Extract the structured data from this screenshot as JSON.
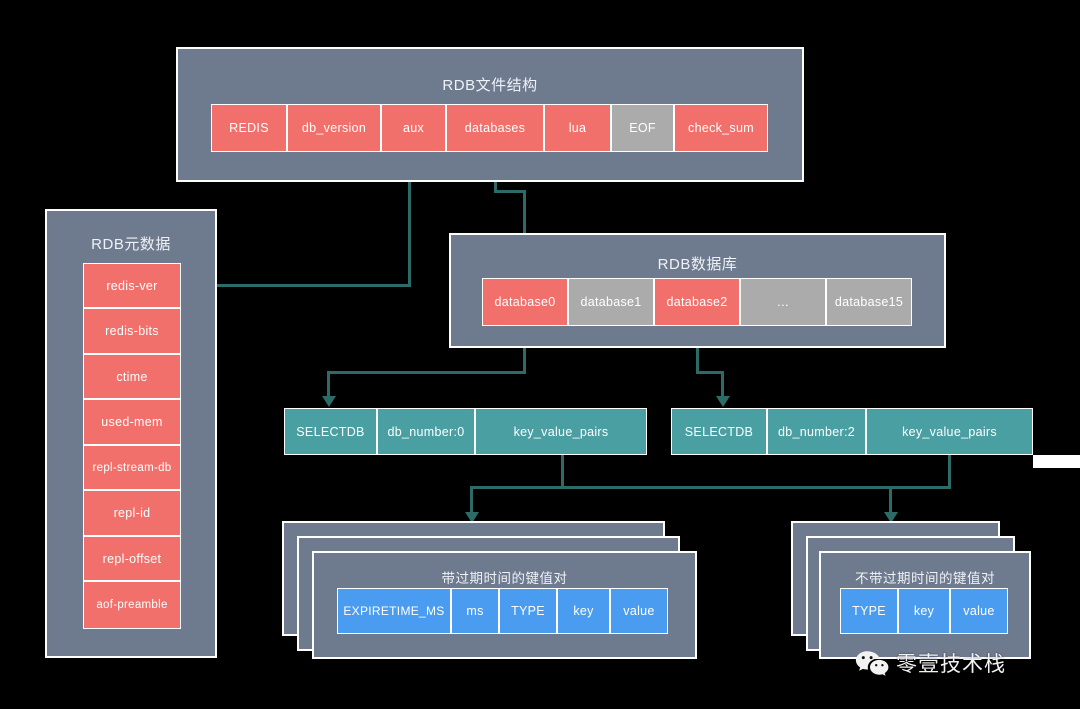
{
  "diagram": {
    "title": "RDB文件结构",
    "colors": {
      "background": "#000000",
      "panel": "#6e7a8e",
      "red": "#f1706b",
      "gray": "#ababab",
      "teal": "#4a9fa3",
      "blue": "#4a9cf0",
      "connector": "#2c6b68",
      "border": "#ffffff"
    }
  },
  "rdb_file": {
    "title": "RDB文件结构",
    "cells": [
      {
        "label": "REDIS",
        "color": "red"
      },
      {
        "label": "db_version",
        "color": "red"
      },
      {
        "label": "aux",
        "color": "red"
      },
      {
        "label": "databases",
        "color": "red"
      },
      {
        "label": "lua",
        "color": "red"
      },
      {
        "label": "EOF",
        "color": "gray"
      },
      {
        "label": "check_sum",
        "color": "red"
      }
    ]
  },
  "rdb_metadata": {
    "title": "RDB元数据",
    "cells": [
      {
        "label": "redis-ver",
        "color": "red"
      },
      {
        "label": "redis-bits",
        "color": "red"
      },
      {
        "label": "ctime",
        "color": "red"
      },
      {
        "label": "used-mem",
        "color": "red"
      },
      {
        "label": "repl-stream-db",
        "color": "red"
      },
      {
        "label": "repl-id",
        "color": "red"
      },
      {
        "label": "repl-offset",
        "color": "red"
      },
      {
        "label": "aof-preamble",
        "color": "red"
      }
    ]
  },
  "rdb_databases": {
    "title": "RDB数据库",
    "cells": [
      {
        "label": "database0",
        "color": "red"
      },
      {
        "label": "database1",
        "color": "gray"
      },
      {
        "label": "database2",
        "color": "red"
      },
      {
        "label": "…",
        "color": "gray"
      },
      {
        "label": "database15",
        "color": "gray"
      }
    ]
  },
  "selectdb_left": {
    "cells": [
      {
        "label": "SELECTDB",
        "color": "teal"
      },
      {
        "label": "db_number:0",
        "color": "teal"
      },
      {
        "label": "key_value_pairs",
        "color": "teal"
      }
    ]
  },
  "selectdb_right": {
    "cells": [
      {
        "label": "SELECTDB",
        "color": "teal"
      },
      {
        "label": "db_number:2",
        "color": "teal"
      },
      {
        "label": "key_value_pairs",
        "color": "teal"
      }
    ]
  },
  "kv_with_expire": {
    "title": "带过期时间的键值对",
    "cells": [
      {
        "label": "EXPIRETIME_MS",
        "color": "blue"
      },
      {
        "label": "ms",
        "color": "blue"
      },
      {
        "label": "TYPE",
        "color": "blue"
      },
      {
        "label": "key",
        "color": "blue"
      },
      {
        "label": "value",
        "color": "blue"
      }
    ]
  },
  "kv_without_expire": {
    "title": "不带过期时间的键值对",
    "cells": [
      {
        "label": "TYPE",
        "color": "blue"
      },
      {
        "label": "key",
        "color": "blue"
      },
      {
        "label": "value",
        "color": "blue"
      }
    ]
  },
  "watermark": {
    "text": "零壹技术栈",
    "icon": "wechat-icon"
  }
}
